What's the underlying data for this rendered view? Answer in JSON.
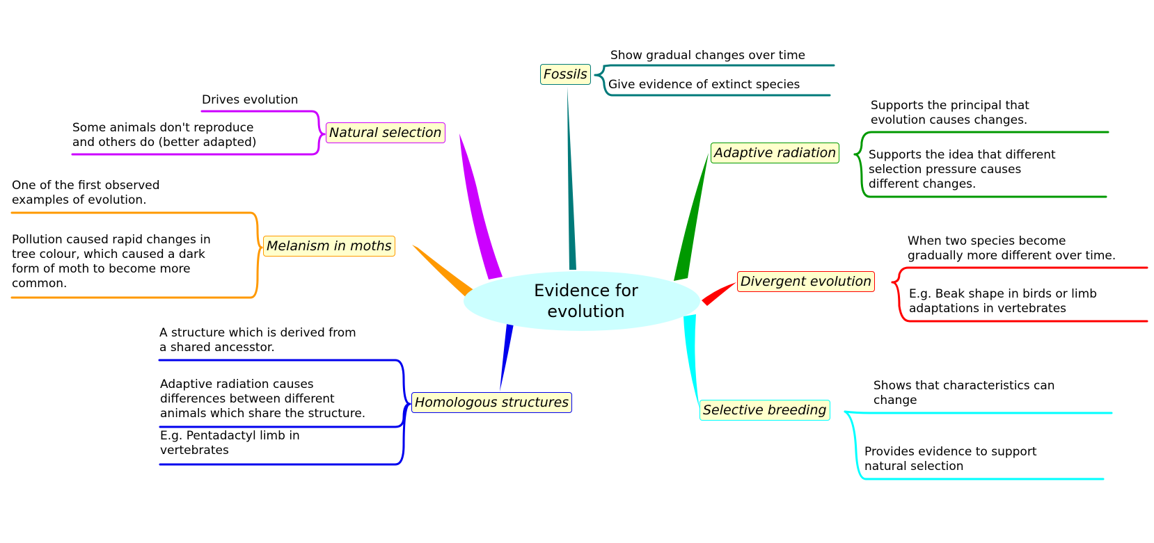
{
  "central": {
    "line1": "Evidence for",
    "line2": "evolution",
    "fill": "#ccffff"
  },
  "branches": [
    {
      "id": "fossils",
      "label": "Fossils",
      "color": "#007a7a",
      "leaves": [
        [
          "Show gradual changes over time"
        ],
        [
          "Give evidence of extinct species"
        ]
      ]
    },
    {
      "id": "natural-selection",
      "label": "Natural selection",
      "color": "#cc00ff",
      "leaves": [
        [
          "Drives evolution"
        ],
        [
          "Some animals don't reproduce",
          "and others do (better adapted)"
        ]
      ]
    },
    {
      "id": "melanism",
      "label": "Melanism in moths",
      "color": "#ff9900",
      "leaves": [
        [
          "One of the first observed",
          "examples of evolution."
        ],
        [
          "Pollution caused rapid changes in",
          "tree colour, which caused a dark",
          "form of moth to become more",
          "common."
        ]
      ]
    },
    {
      "id": "homologous",
      "label": "Homologous structures",
      "color": "#0000ee",
      "leaves": [
        [
          "A structure which is derived from",
          "a shared ancesstor."
        ],
        [
          "Adaptive radiation causes",
          "differences between different",
          "animals which share the structure."
        ],
        [
          "E.g. Pentadactyl limb in",
          "vertebrates"
        ]
      ]
    },
    {
      "id": "adaptive-radiation",
      "label": "Adaptive radiation",
      "color": "#009900",
      "leaves": [
        [
          "Supports the principal that",
          "evolution causes changes."
        ],
        [
          "Supports the idea that different",
          "selection pressure causes",
          "different changes."
        ]
      ]
    },
    {
      "id": "divergent",
      "label": "Divergent evolution",
      "color": "#ff0000",
      "leaves": [
        [
          "When two species become",
          "gradually more different over time."
        ],
        [
          "E.g. Beak shape in birds or limb",
          "adaptations in vertebrates"
        ]
      ]
    },
    {
      "id": "selective-breeding",
      "label": "Selective breeding",
      "color": "#00ffff",
      "leaves": [
        [
          "Shows that characteristics can",
          "change"
        ],
        [
          "Provides evidence to support",
          "natural selection"
        ]
      ]
    }
  ]
}
